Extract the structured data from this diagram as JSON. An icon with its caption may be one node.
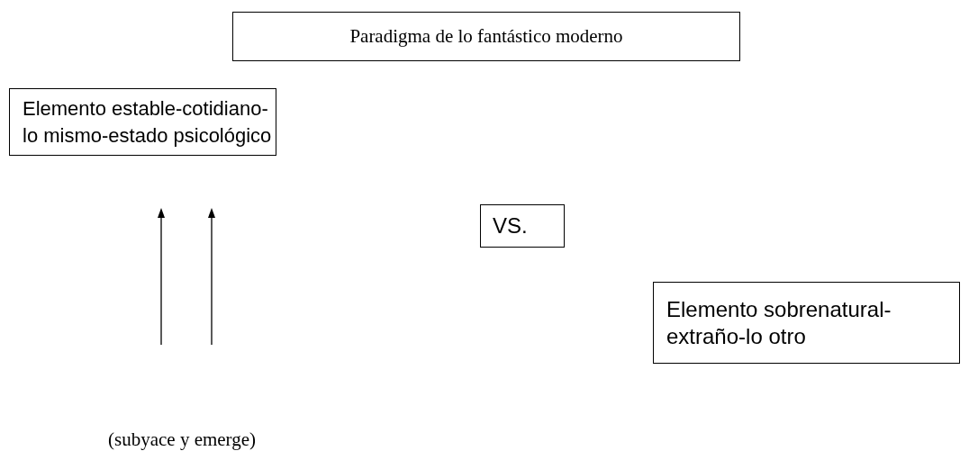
{
  "diagram": {
    "nodes": [
      {
        "text": [
          "Paradigma de lo fantástico moderno"
        ]
      },
      {
        "text": [
          "Elemento estable-cotidiano- lo mismo-estado psicológico"
        ]
      },
      {
        "text": [
          "VS."
        ]
      },
      {
        "text": [
          "Elemento sobrenatural- extraño-lo otro"
        ]
      }
    ],
    "labels": [
      "(subyace y emerge)"
    ]
  }
}
